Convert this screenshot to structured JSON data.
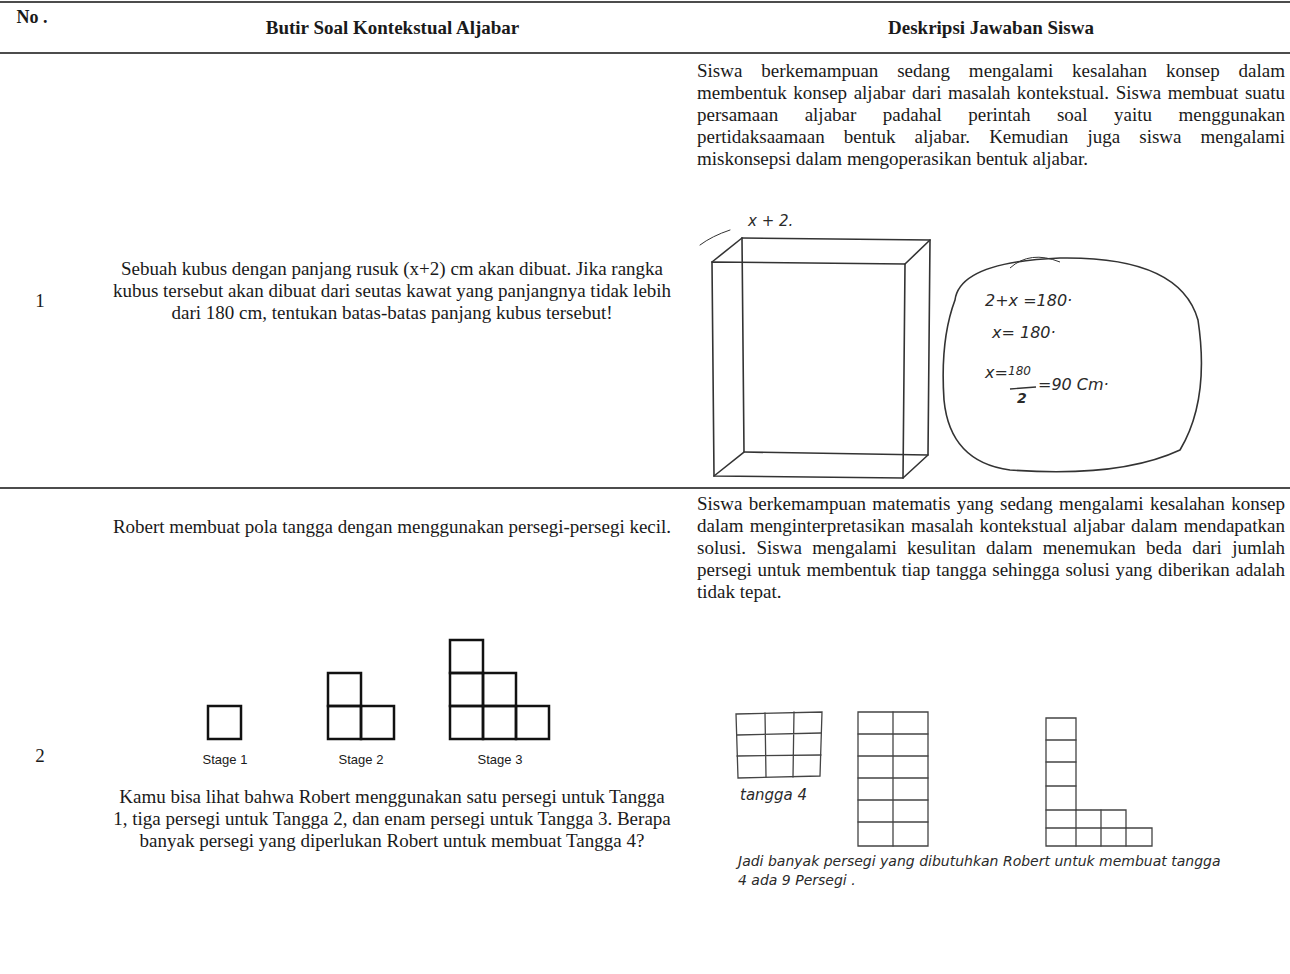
{
  "diagram": {
    "labels": [
      "No .",
      "Butir Soal Kontekstual Aljabar",
      "Deskripsi Jawaban Siswa",
      "1",
      "Sebuah kubus dengan panjang rusuk (x+2) cm akan dibuat. Jika rangka kubus tersebut akan dibuat dari seutas kawat yang panjangnya tidak lebih dari 180 cm, tentukan batas-batas panjang kubus tersebut!",
      "Siswa berkemampuan sedang mengalami kesalahan konsep dalam membentuk konsep aljabar dari masalah kontekstual. Siswa membuat suatu persamaan aljabar padahal perintah soal yaitu menggunakan pertidaksaamaan bentuk aljabar. Kemudian juga siswa mengalami miskonsepsi dalam mengoperasikan bentuk aljabar.",
      "x + 2.",
      "2+x =180·",
      "x= 180·",
      "x=",
      "180",
      "2",
      "=90 Cm·",
      "2",
      "Robert membuat pola tangga dengan menggunakan persegi-persegi kecil.",
      "Stage 1",
      "Stage 2",
      "Stage 3",
      "Kamu bisa lihat bahwa Robert menggunakan satu persegi untuk Tangga 1, tiga persegi untuk Tangga 2, dan enam persegi untuk Tangga 3. Berapa banyak persegi yang diperlukan Robert untuk membuat Tangga 4?",
      "Siswa berkemampuan matematis yang sedang mengalami kesalahan konsep dalam menginterpretasikan masalah kontekstual aljabar dalam mendapatkan solusi. Siswa mengalami kesulitan dalam menemukan beda dari jumlah persegi untuk membentuk tiap tangga sehingga solusi yang diberikan adalah tidak tepat.",
      "tangga 4",
      "Jadi banyak persegi yang dibutuhkan Robert untuk membuat tangga 4 ada 9 Persegi ."
    ]
  }
}
